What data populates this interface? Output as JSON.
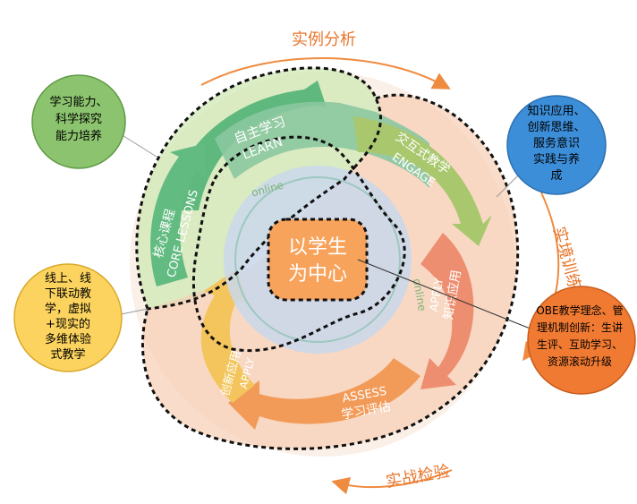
{
  "center": {
    "line1": "以学生",
    "line2": "为中心"
  },
  "stages": {
    "learn": {
      "cn": "自主学习",
      "en": "LEARN"
    },
    "engage": {
      "cn": "交互式教学",
      "en": "ENGAGE"
    },
    "apply": {
      "cn": "知识应用",
      "en": "APPLY"
    },
    "assess": {
      "cn": "学习评估",
      "en": "ASSESS"
    },
    "create": {
      "cn": "创新应用",
      "en": "APPLY"
    },
    "core": {
      "cn": "核心课程",
      "en": "CORE LESSONS"
    }
  },
  "inner_labels": {
    "online_top": "online",
    "online_right": "online"
  },
  "outer_labels": {
    "top": "实例分析",
    "right": "实境训练",
    "bottom": "实战检验"
  },
  "callouts": {
    "green": [
      "学习能力、",
      "科学探究",
      "能力培养"
    ],
    "blue": [
      "知识应用、",
      "创新思维、",
      "服务意识",
      "实践与养",
      "成"
    ],
    "yellow": [
      "线上、线",
      "下联动教",
      "学，虚拟",
      "+现实的",
      "多维体验",
      "式教学"
    ],
    "orange": [
      "OBE教学理念、管",
      "理机制创新：生讲",
      "生评、互助学习、",
      "资源滚动升级"
    ]
  },
  "colors": {
    "learn": "#62b586",
    "engage": "#9bc06a",
    "apply": "#ef8a6a",
    "assess": "#f09a55",
    "create": "#f2c25a",
    "core": "#5fb87d",
    "center": "#f7a35c",
    "outer_arrow": "#ef8b3f",
    "callout_green": "#8cc36e",
    "callout_blue": "#3c8ed8",
    "callout_yellow": "#fbd35e",
    "callout_orange": "#f07a32"
  }
}
